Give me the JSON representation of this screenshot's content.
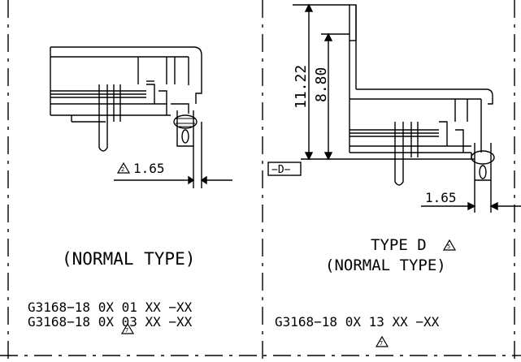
{
  "left_panel": {
    "dimension": "1.65",
    "dimension_marker": "2",
    "type_label": "(NORMAL TYPE)",
    "part_numbers": [
      "G3168−18  0X  01  XX  −XX",
      "G3168−18  0X  03  XX  −XX"
    ],
    "revision_marker": "7"
  },
  "right_panel": {
    "height_outer": "11.22",
    "height_inner": "8.80",
    "datum_label": "−D−",
    "dimension": "1.65",
    "type_label": "TYPE D",
    "type_marker": "5",
    "type_sublabel": "(NORMAL TYPE)",
    "part_numbers": [
      "G3168−18  0X  13  XX  −XX"
    ],
    "revision_marker": "7"
  }
}
